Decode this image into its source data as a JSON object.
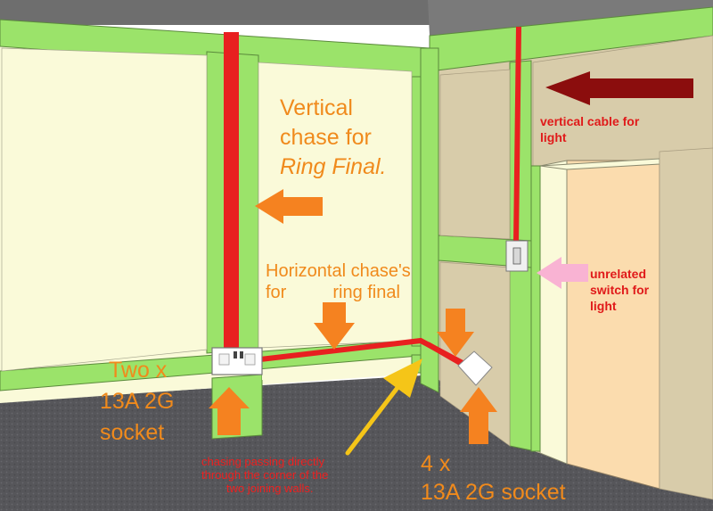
{
  "labels": {
    "vertical_chase": {
      "line1": "Vertical",
      "line2": "chase for",
      "line3": "Ring Final."
    },
    "vertical_cable": {
      "line1": "vertical cable for",
      "line2": "light"
    },
    "horizontal_chase": {
      "line1": "Horizontal chase's",
      "line2": "for",
      "line3": "ring final"
    },
    "unrelated_switch": {
      "line1": "unrelated",
      "line2": "switch for",
      "line3": "light"
    },
    "two_sockets": {
      "line1": "Two x",
      "line2": "13A 2G",
      "line3": "socket"
    },
    "corner_chasing": {
      "line1": "chasing passing directly",
      "line2": "through the corner of the",
      "line3": "two joining walls."
    },
    "four_sockets": {
      "line1": "4 x",
      "line2": "13A 2G socket"
    }
  },
  "colors": {
    "cable": "#e82020",
    "arrow_orange": "#f58220",
    "arrow_dark_red": "#8b0d0d",
    "arrow_pink": "#f9b3d3",
    "arrow_yellow": "#f5c518",
    "stud_green": "#9be36a",
    "wall_left": "#fafad9",
    "wall_right": "#d8ccaa",
    "floor": "#555559",
    "doorway": "#fbdcae"
  }
}
